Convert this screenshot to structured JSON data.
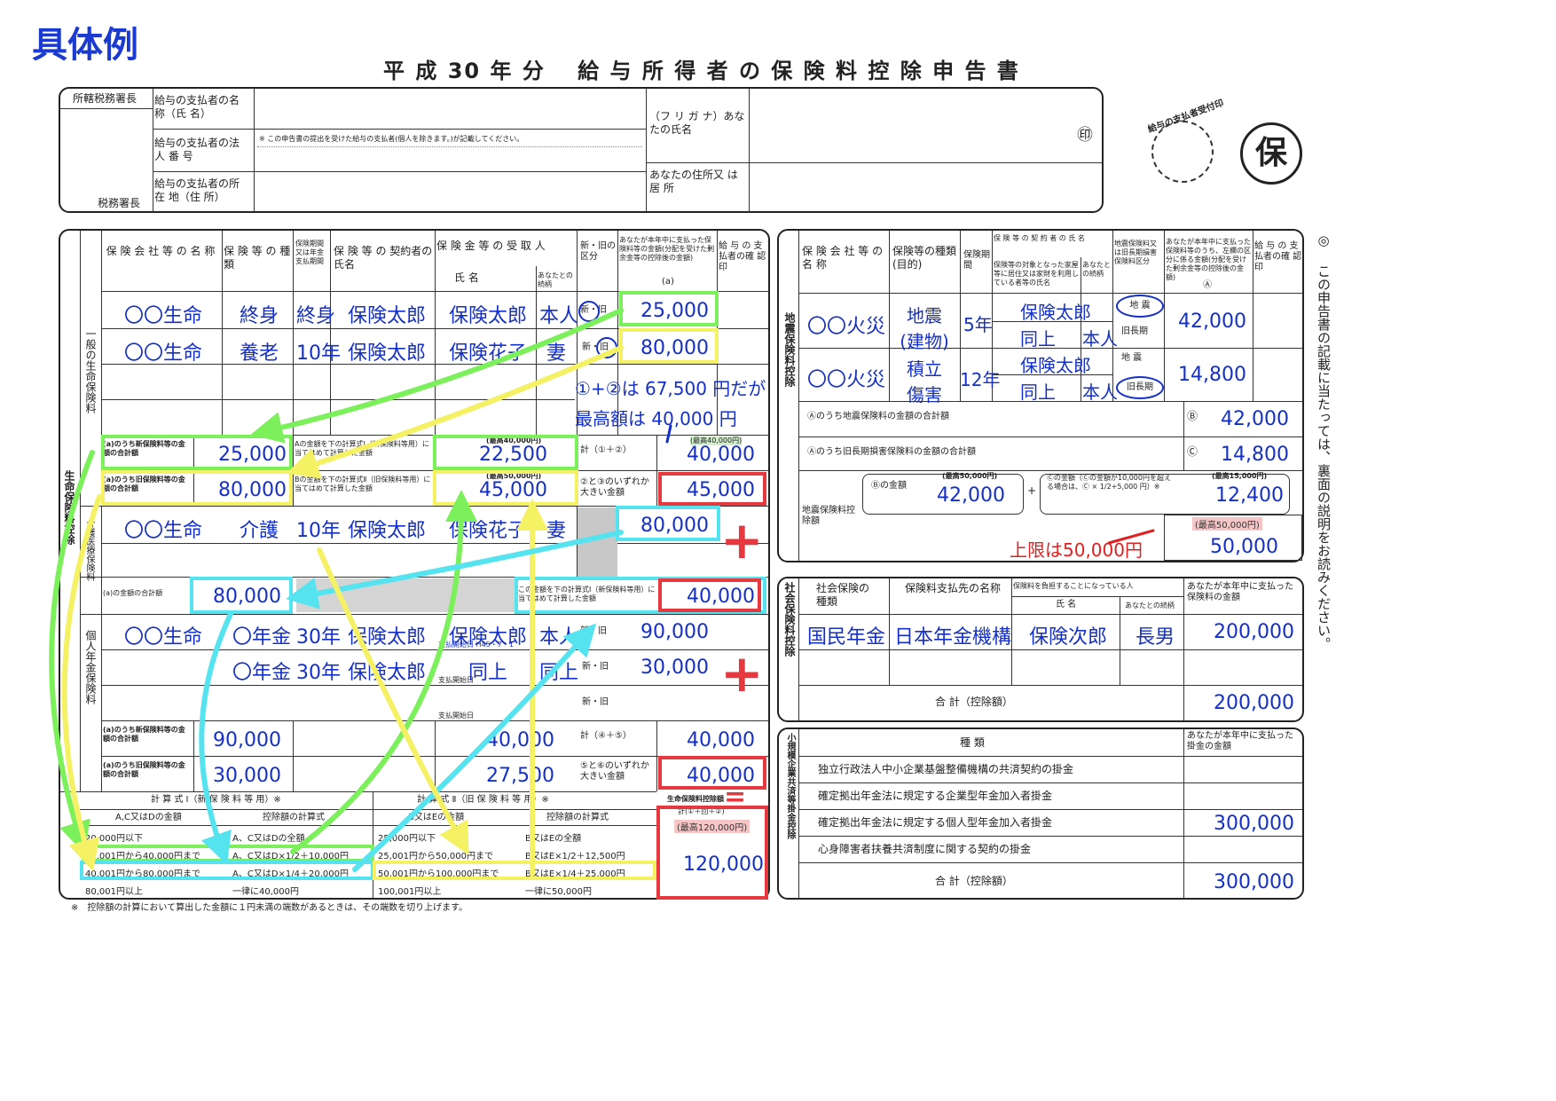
{
  "heading": "具体例",
  "title": "平 成 30 年 分　 給 与 所 得 者 の 保 険 料 控 除 申 告 書",
  "header": {
    "tax_office": "所轄税務署長",
    "tax_office_suffix": "税務署長",
    "payer_name": "給与の支払者の名 称（氏 名）",
    "payer_number": "給与の支払者の法 人 番 号",
    "payer_note": "※ この申告書の提出を受けた給与の支払者(個人を除きます。)が記載してください。",
    "payer_address": "給与の支払者の所 在 地（住 所）",
    "furigana": "（フ リ ガ ナ）あなたの氏名",
    "seal": "㊞",
    "address": "あなたの住所又 は 居 所",
    "stamp_text": "給与の支払者受付印",
    "ho_mark": "保"
  },
  "life": {
    "section_label": "生命保険料控除",
    "general_label": "一般の生命保険料",
    "care_label": "介護医療保険料",
    "pension_label": "個人年金保険料",
    "col_company": "保 険 会 社 等 の 名 称",
    "col_type": "保 険 等 の 種 類",
    "col_period": "保険期間又は年金支払期間",
    "col_contractor": "保 険 等 の 契約者の氏名",
    "col_recipient": "保 険 金 等 の 受 取 人",
    "col_name": "氏 名",
    "col_relation": "あなたとの続柄",
    "col_newold": "新・旧の区分",
    "col_amount": "あなたが本年中に支払った保険料等の金額(分配を受けた剰余金等の控除後の金額)",
    "col_a": "(a)",
    "col_confirm": "給 与 の 支払者の確 認 印",
    "rows_general": [
      {
        "company": "〇〇生命",
        "type": "終身",
        "period": "終身",
        "contractor": "保険太郎",
        "recipient": "保険太郎",
        "relation": "本人",
        "newold": "新・旧",
        "amount": "25,000"
      },
      {
        "company": "〇〇生命",
        "type": "養老",
        "period": "10年",
        "contractor": "保険太郎",
        "recipient": "保険花子",
        "relation": "妻",
        "newold": "新・旧",
        "amount": "80,000"
      }
    ],
    "note_1": "①+②は 67,500 円だが",
    "note_2": "最高額は 40,000 円",
    "sum_new_label": "(a)のうち新保険料等の金額の合計額",
    "sum_old_label": "(a)のうち旧保険料等の金額の合計額",
    "A": "25,000",
    "B": "80,000",
    "formula1_label": "Aの金額を下の計算式Ⅰ（新保険料等用）に当てはめて計算した金額",
    "formula2_label": "Bの金額を下の計算式Ⅱ（旧保険料等用）に当てはめて計算した金額",
    "v1": "22,500",
    "v2": "45,000",
    "max_40000": "(最高40,000円)",
    "max_50000": "(最高50,000円)",
    "sum12_label": "計（①＋②）",
    "v3": "40,000",
    "larger_label": "②と③のいずれか大きい金額",
    "vi": "45,000",
    "care_row": {
      "company": "〇〇生命",
      "type": "介護",
      "period": "10年",
      "contractor": "保険太郎",
      "recipient": "保険花子",
      "relation": "妻",
      "amount": "80,000"
    },
    "care_sum_label": "(a)の金額の合計額",
    "C": "80,000",
    "care_formula_label": "この金額を下の計算式Ⅰ（新保険料等用）に当てはめて計算した金額",
    "vro": "40,000",
    "rows_pension": [
      {
        "company": "〇〇生命",
        "type": "〇年金",
        "period": "30年",
        "contractor": "保険太郎",
        "recipient": "保険太郎",
        "relation": "本人",
        "newold": "新・旧",
        "amount": "90,000",
        "start": "支払開始日 H45・7・1"
      },
      {
        "company": "",
        "type": "〇年金",
        "period": "30年",
        "contractor": "保険太郎",
        "recipient": "同上",
        "relation": "同上",
        "newold": "新・旧",
        "amount": "30,000",
        "start": "支払開始日"
      },
      {
        "start": "支払開始日",
        "newold": "新・旧"
      }
    ],
    "D": "90,000",
    "E": "30,000",
    "v4": "40,000",
    "v5": "27,500",
    "sum45_label": "計（④＋⑤）",
    "v6": "40,000",
    "larger56_label": "⑤と⑥のいずれか大きい金額",
    "vha": "40,000",
    "total_label": "生命保険料控除額",
    "total_formula": "計(①＋回＋②)",
    "max_120000": "(最高120,000円)",
    "total": "120,000",
    "yen": "円"
  },
  "calc": {
    "title1": "計 算 式 Ⅰ（新 保 険 料 等 用）※",
    "title2": "計 算 式 Ⅱ（旧 保 険 料 等 用）※",
    "h_acd": "A,C又はDの金額",
    "h_formula": "控除額の計算式",
    "h_be": "B又はEの金額",
    "rows1": [
      [
        "20,000円以下",
        "A、C又はDの全額"
      ],
      [
        "20,001円から40,000円まで",
        "A、C又はD×1/2＋10,000円"
      ],
      [
        "40,001円から80,000円まで",
        "A、C又はD×1/4＋20,000円"
      ],
      [
        "80,001円以上",
        "一律に40,000円"
      ]
    ],
    "rows2": [
      [
        "25,000円以下",
        "B又はEの全額"
      ],
      [
        "25,001円から50,000円まで",
        "B又はE×1/2＋12,500円"
      ],
      [
        "50,001円から100,000円まで",
        "B又はE×1/4＋25,000円"
      ],
      [
        "100,001円以上",
        "一律に50,000円"
      ]
    ],
    "footnote": "※　控除額の計算において算出した金額に１円未満の端数があるときは、その端数を切り上げます。"
  },
  "earthquake": {
    "section_label": "地震保険料控除",
    "col_company": "保 険 会 社 等 の 名 称",
    "col_type": "保険等の種類(目的)",
    "col_period": "保険期間",
    "col_contractor": "保 険 等 の 契 約 者 の 氏 名",
    "col_resident": "保険等の対象となった家屋等に居住又は家財を利用している者等の氏名",
    "col_relation": "あなたとの続柄",
    "col_kind": "地震保険料又は旧長期損害保険料区分",
    "col_amount": "あなたが本年中に支払った保険料等のうち、左欄の区分に係る金額(分配を受けた剰余金等の控除後の金額)",
    "col_A": "Ⓐ",
    "col_confirm": "給 与 の 支払者の確 認 印",
    "rows": [
      {
        "company": "〇〇火災",
        "type": "地震(建物)",
        "period": "5年",
        "contractor": "保険太郎",
        "resident": "同上",
        "relation": "本人",
        "kind1": "地 震",
        "kind2": "旧長期",
        "amount": "42,000"
      },
      {
        "company": "〇〇火災",
        "type": "積立傷害",
        "period": "12年",
        "contractor": "保険太郎",
        "resident": "同上",
        "relation": "本人",
        "kind1": "地 震",
        "kind2": "旧長期",
        "amount": "14,800"
      }
    ],
    "sum_quake_label": "Ⓐのうち地震保険料の金額の合計額",
    "B_mark": "Ⓑ",
    "B": "42,000",
    "sum_old_label": "Ⓐのうち旧長期損害保険料の金額の合計額",
    "C_mark": "Ⓒ",
    "C": "14,800",
    "deduct_label": "地震保険料控除額",
    "b_amount_label": "Ⓑの金額",
    "max_50000": "(最高50,000円)",
    "b_val": "42,000",
    "c_rule": "Ⓒの金額（Ⓒの金額が10,000円を超える場合は、Ⓒ × 1/2+5,000 円）※",
    "max_15000": "(最高15,000円)",
    "c_val": "12,400",
    "limit_note": "上限は50,000円",
    "total_max": "(最高50,000円)",
    "total": "50,000"
  },
  "social": {
    "section_label": "社会保険料控除",
    "col_kind": "社会保険の種類",
    "col_payee": "保険料支払先の名称",
    "col_burden": "保険料を負担することになっている人",
    "col_name": "氏 名",
    "col_relation": "あなたとの続柄",
    "col_amount": "あなたが本年中に支払った保険料の金額",
    "row": {
      "kind": "国民年金",
      "payee": "日本年金機構",
      "name": "保険次郎",
      "relation": "長男",
      "amount": "200,000"
    },
    "total_label": "合 計（控除額）",
    "total": "200,000"
  },
  "small": {
    "section_label": "小規模企業共済等掛金控除",
    "col_kind": "種 類",
    "col_amount": "あなたが本年中に支払った掛金の金額",
    "rows": [
      {
        "label": "独立行政法人中小企業基盤整備機構の共済契約の掛金",
        "amount": ""
      },
      {
        "label": "確定拠出年金法に規定する企業型年金加入者掛金",
        "amount": ""
      },
      {
        "label": "確定拠出年金法に規定する個人型年金加入者掛金",
        "amount": "300,000"
      },
      {
        "label": "心身障害者扶養共済制度に関する契約の掛金",
        "amount": ""
      }
    ],
    "total_label": "合 計（控除額）",
    "total": "300,000"
  },
  "side_note": "◎ この申告書の記載に当たっては、裏面の説明をお読みください。",
  "colors": {
    "green": "#7cf05a",
    "yellow": "#f4f264",
    "cyan": "#55e3f0",
    "red": "#e6393f",
    "blue": "#1530c8"
  }
}
